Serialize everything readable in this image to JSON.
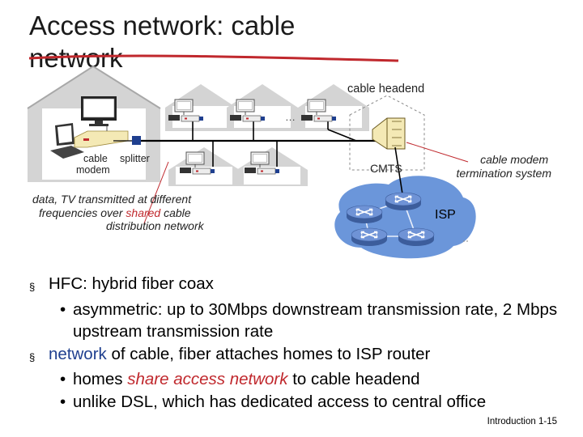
{
  "title": "Access network: cable network",
  "labels": {
    "cable_headend": "cable headend",
    "ellipsis": "…",
    "cable_modem": "cable\nmodem",
    "splitter": "splitter",
    "cmts": "CMTS",
    "cmts_full": "cable modem\ntermination system",
    "isp": "ISP",
    "caption_1": "data, TV transmitted at different",
    "caption_2a": "frequencies over ",
    "caption_2b": "shared",
    "caption_2c": " cable",
    "caption_3": "distribution network"
  },
  "bullets": {
    "b1": "HFC: hybrid fiber coax",
    "b1_1": "asymmetric: up to 30Mbps downstream transmission rate, 2 Mbps upstream transmission rate",
    "b2_a": "network",
    "b2_b": " of cable, fiber attaches homes to ISP router",
    "b2_1_a": "homes ",
    "b2_1_b": "share access network",
    "b2_1_c": " to cable headend",
    "b2_2": "unlike DSL, which has dedicated access to central office"
  },
  "footer": {
    "chapter": "Introduction",
    "page": "1-15"
  },
  "colors": {
    "house_fill": "#d4d4d4",
    "house_stroke": "#a8a8a8",
    "cable": "#000000",
    "accent_red": "#c0282d",
    "isp_blue": "#4a78c4",
    "router_blue": "#4d6fb0"
  },
  "icons": [
    "tv-icon",
    "laptop-icon",
    "cable-modem-icon",
    "splitter-icon",
    "computer-icon",
    "cmts-icon",
    "router-icon",
    "square-bullet-icon"
  ]
}
